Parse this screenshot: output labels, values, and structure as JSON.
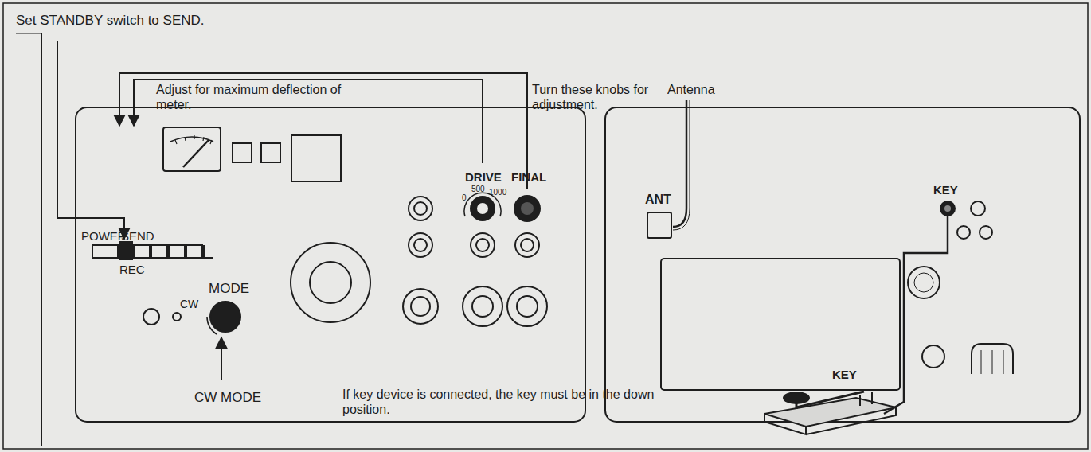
{
  "diagram": {
    "nodes": [
      {
        "text": [
          "ANT"
        ]
      }
    ],
    "labels": [
      "Set STANDBY switch to SEND.",
      "Adjust for maximum deflection of meter.",
      "Turn these knobs for adjustment.",
      "Antenna",
      "DRIVE",
      "FINAL",
      "0",
      "500",
      "1000",
      "POWER",
      "SEND",
      "REC",
      "MODE",
      "CW",
      "CW MODE",
      "KEY",
      "If key device is connected, the key must be in the down position.",
      "KEY"
    ]
  }
}
